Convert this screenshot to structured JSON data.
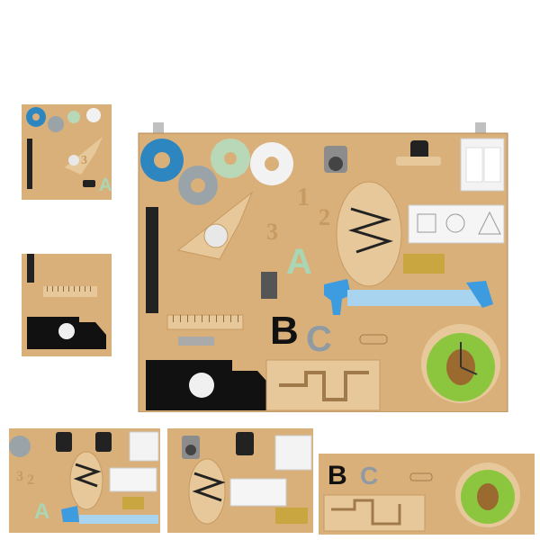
{
  "board": {
    "letters": {
      "b": "B",
      "c": "C",
      "a": "A"
    },
    "numbers": {
      "one": "1",
      "two": "2",
      "three": "3"
    }
  },
  "colors": {
    "wood": "#d9b07a",
    "wood_dark": "#b8895a",
    "gear_blue": "#2e86c1",
    "gear_grey": "#9aa3a8",
    "gear_green": "#b9d8b8",
    "truck_black": "#111111",
    "clock_green": "#8cc63f",
    "rail_blue": "#a8d4f0",
    "letter_c": "#8f9aa3",
    "letter_a": "#a9d6b5",
    "dog_blue": "#3d9be0"
  },
  "icons": [
    "gear-icon",
    "rocket-icon",
    "truck-icon",
    "clock-icon",
    "dog-icon",
    "shoe-icon",
    "switch-icon",
    "ruler-icon",
    "latch-icon",
    "lion-icon"
  ]
}
